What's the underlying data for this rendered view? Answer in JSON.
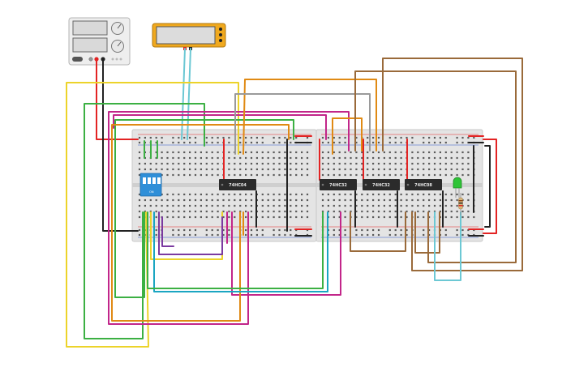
{
  "colors": {
    "background": "#ffffff",
    "breadboard": "#e4e4e4",
    "chip": "#2b2b2b",
    "wire_red": "#e32323",
    "wire_black": "#222222",
    "wire_yellow": "#ecd32a",
    "wire_green": "#3cb043",
    "wire_magenta": "#c2268a",
    "wire_purple": "#7b3aa0",
    "wire_orange": "#e08a14",
    "wire_brown": "#9a6a3a",
    "wire_teal": "#1ba6c2",
    "wire_lightblue": "#6cc8d4",
    "wire_gray": "#9a9a9a",
    "led_green": "#2ec436",
    "dip_blue": "#2f8fd8",
    "multimeter": "#f0a91e"
  },
  "components": {
    "power_supply": {
      "icon": "power-supply-icon"
    },
    "multimeter": {
      "icon": "multimeter-icon"
    },
    "dip_switch": {
      "label": "ON",
      "icon": "dip-switch-icon"
    },
    "led": {
      "icon": "led-icon"
    },
    "resistor": {
      "icon": "resistor-icon"
    }
  },
  "chips": [
    {
      "id": "chip1",
      "label": "74HC04"
    },
    {
      "id": "chip2",
      "label": "74HC32"
    },
    {
      "id": "chip3",
      "label": "74HC32"
    },
    {
      "id": "chip4",
      "label": "74HC08"
    }
  ]
}
